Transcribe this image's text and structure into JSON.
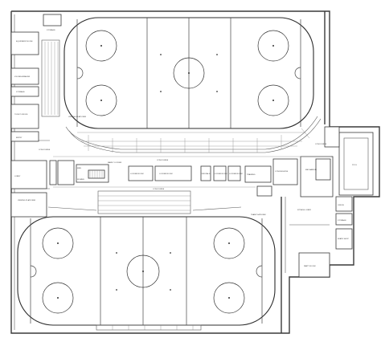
{
  "labels": {
    "equipment_room": "EQUIPMENT ROOM",
    "ice_resurfacer": "ICE RESURFACER",
    "storage": "STORAGE",
    "ticket": "TICKET OFFICE",
    "entry": "ENTRY",
    "concourse_upper": "CONCOURSE",
    "concourse_lower": "CONCOURSE",
    "concourse_right": "CONCOURSE",
    "concourse_mid": "CONCOURSE",
    "lobby": "LOBBY",
    "locker_1": "LOCKER ROOM",
    "locker_2": "LOCKER ROOM",
    "locker_3": "LOCKER ROOM",
    "locker_4": "LOCKER ROOM",
    "family": "FAMILY LOCKER",
    "officials": "OFFICIALS",
    "training": "TRAINING",
    "concessions": "CONCESSIONS",
    "mens": "MEN",
    "womens": "WOMEN",
    "mechanical": "MECHANICAL",
    "pool": "POOL",
    "fitness_lobby": "FITNESS LOBBY",
    "party_room": "PARTY ROOM",
    "storage_2": "STORAGE",
    "skate_shop": "SKATE SHOP",
    "upper_platform": "VIEWING PLATFORM",
    "lower_platform": "VIEWING PLATFORM",
    "team_platform": "TEAM PLATFORM",
    "office": "OFFICE",
    "storage_3": "STORAGE"
  }
}
